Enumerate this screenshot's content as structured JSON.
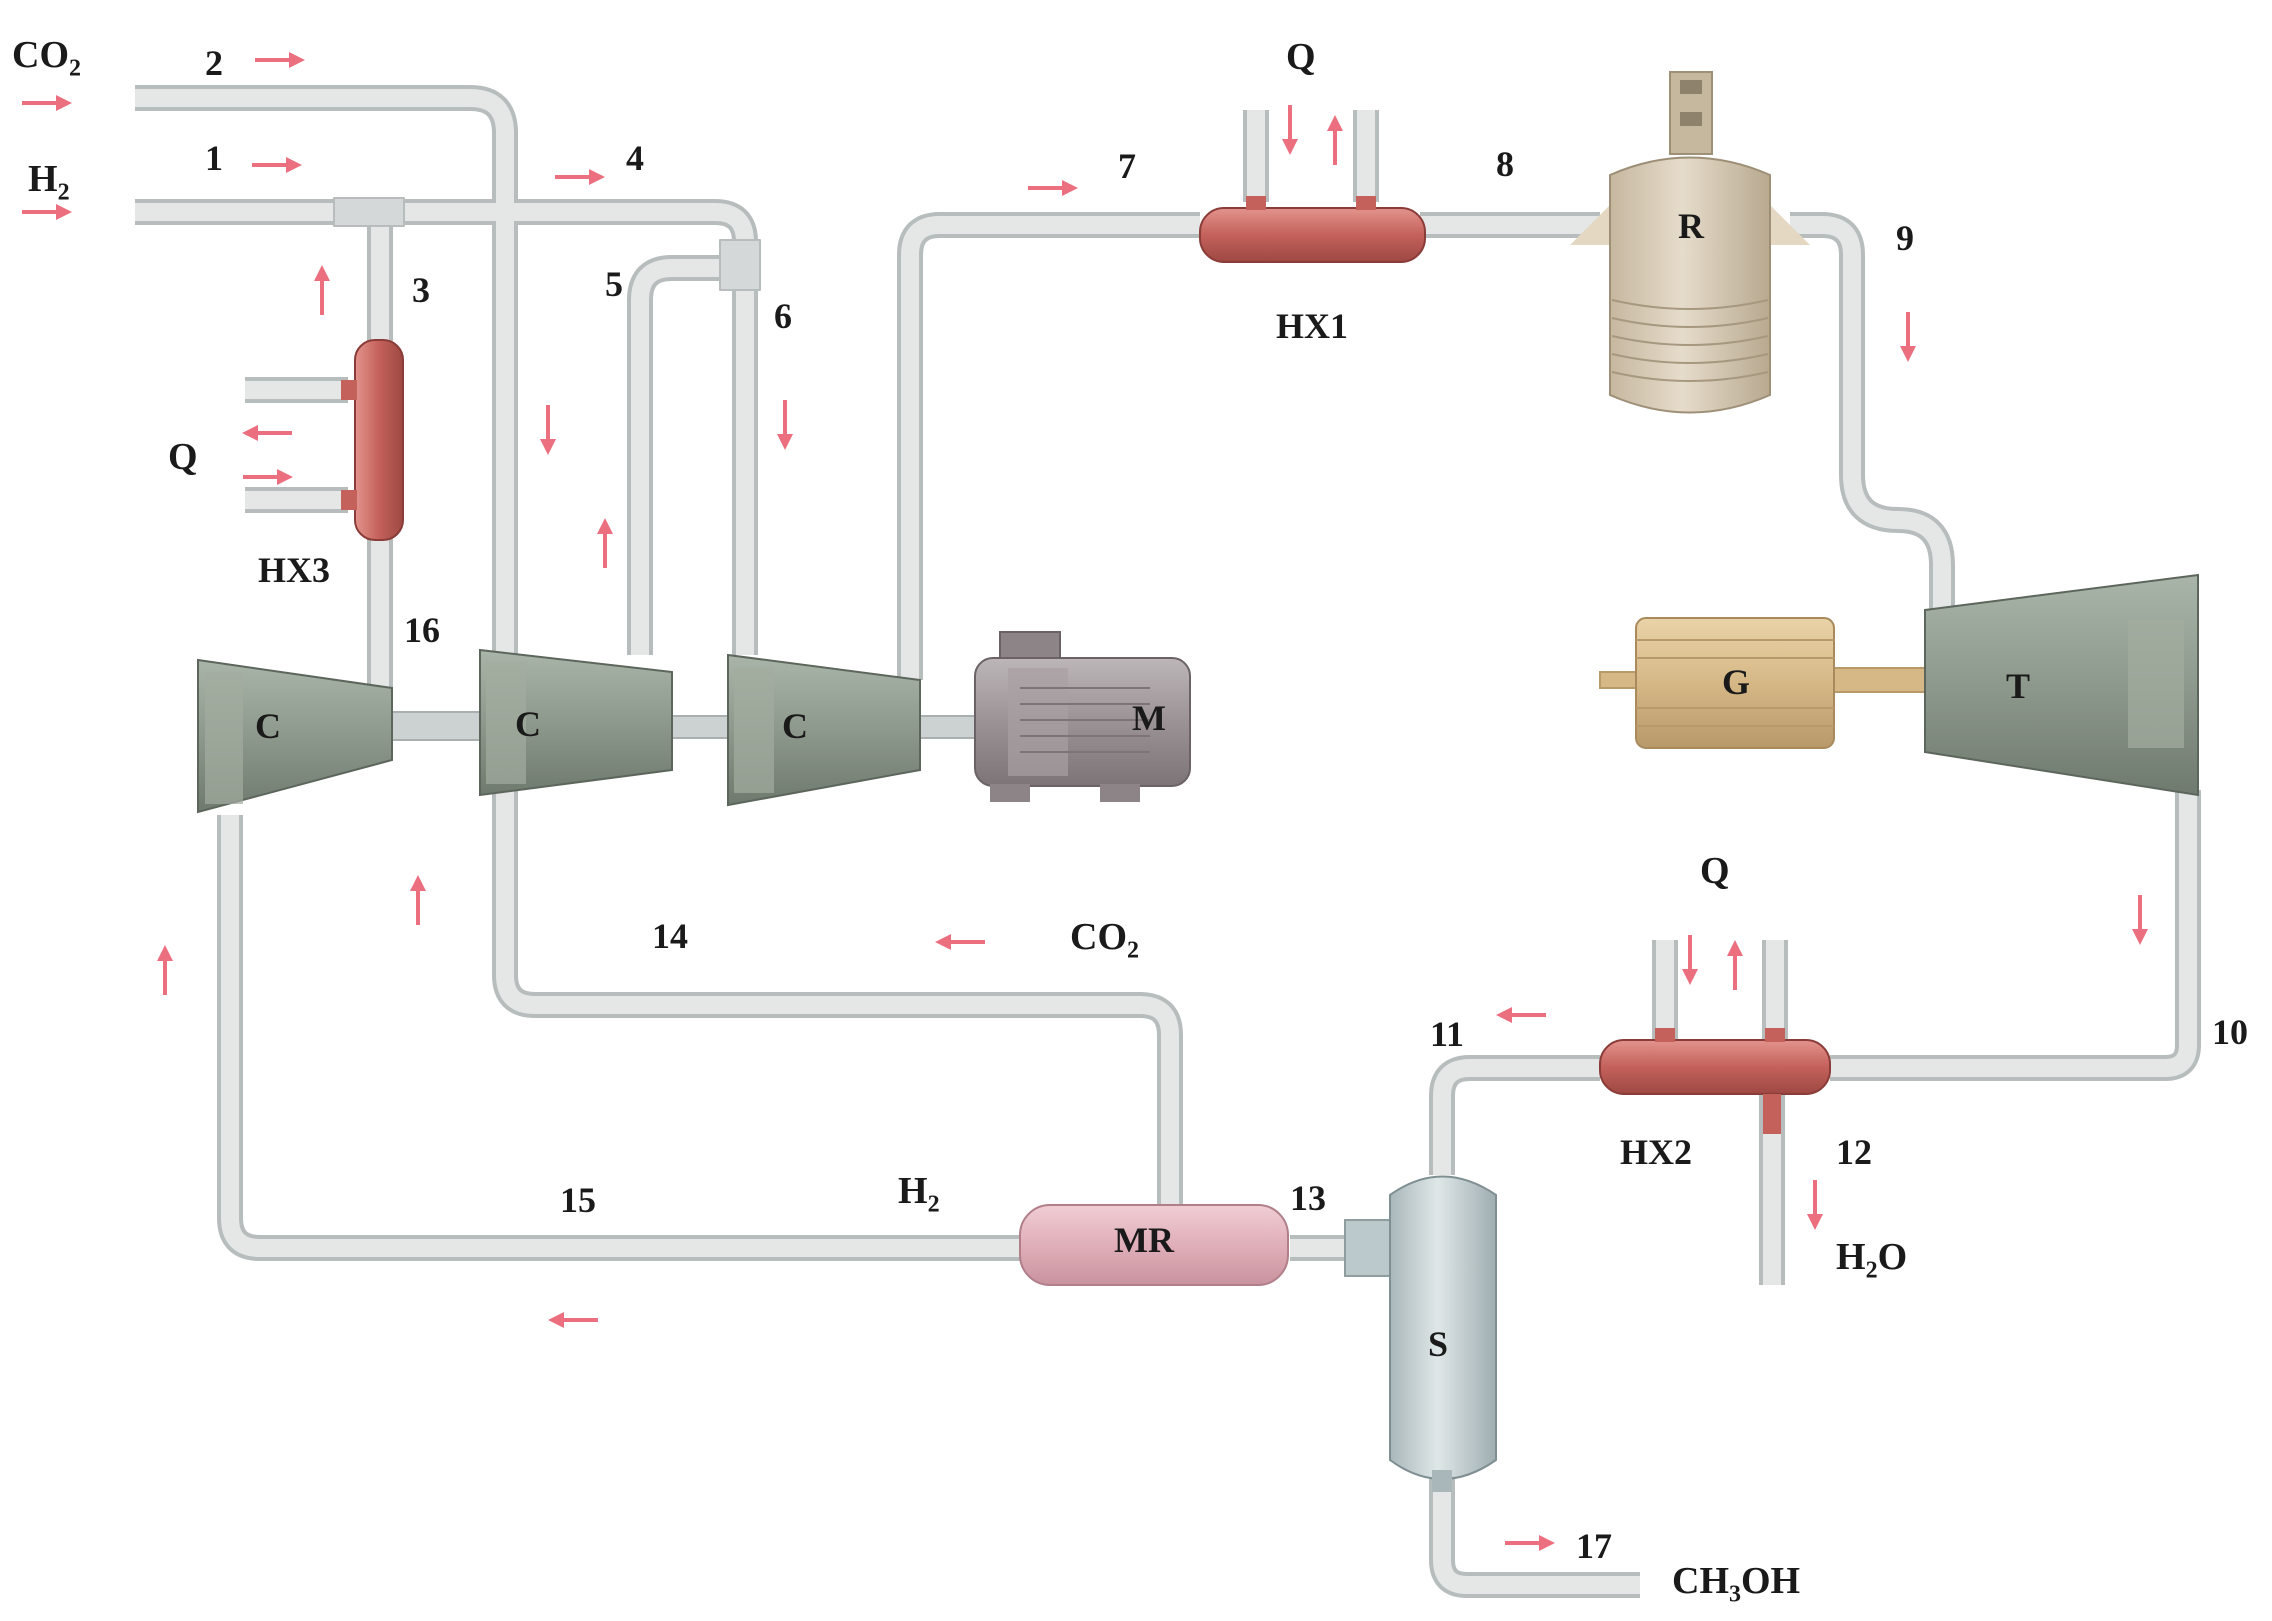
{
  "stream_numbers": {
    "s1": "1",
    "s2": "2",
    "s3": "3",
    "s4": "4",
    "s5": "5",
    "s6": "6",
    "s7": "7",
    "s8": "8",
    "s9": "9",
    "s10": "10",
    "s11": "11",
    "s12": "12",
    "s13": "13",
    "s14": "14",
    "s15": "15",
    "s16": "16",
    "s17": "17"
  },
  "equipment": {
    "compressor_1": "C",
    "compressor_2": "C",
    "compressor_3": "C",
    "motor": "M",
    "generator": "G",
    "turbine": "T",
    "reactor": "R",
    "hx1": "HX1",
    "hx2": "HX2",
    "hx3": "HX3",
    "membrane_reactor": "MR",
    "separator": "S"
  },
  "heat_labels": {
    "hx1_q": "Q",
    "hx2_q": "Q",
    "hx3_q": "Q"
  },
  "species": {
    "feed_co2": {
      "main": "CO",
      "sub": "2"
    },
    "feed_h2": {
      "main": "H",
      "sub": "2"
    },
    "recycle_co2": {
      "main": "CO",
      "sub": "2"
    },
    "recycle_h2": {
      "main": "H",
      "sub": "2"
    },
    "water": {
      "pre": "H",
      "sub": "2",
      "post": "O"
    },
    "methanol": {
      "pre": "CH",
      "sub": "3",
      "post": "OH"
    }
  },
  "colors": {
    "pipe": "#d9dcdc",
    "pipe_edge": "#b9bebe",
    "arrow": "#ec6f80",
    "hx": "#c8655f",
    "compressor": "#8e9b8e",
    "motor": "#9a9294",
    "generator": "#d6b887",
    "reactor": "#d6c9b3",
    "membrane": "#e6b4bf",
    "separator": "#bcc9cc"
  }
}
